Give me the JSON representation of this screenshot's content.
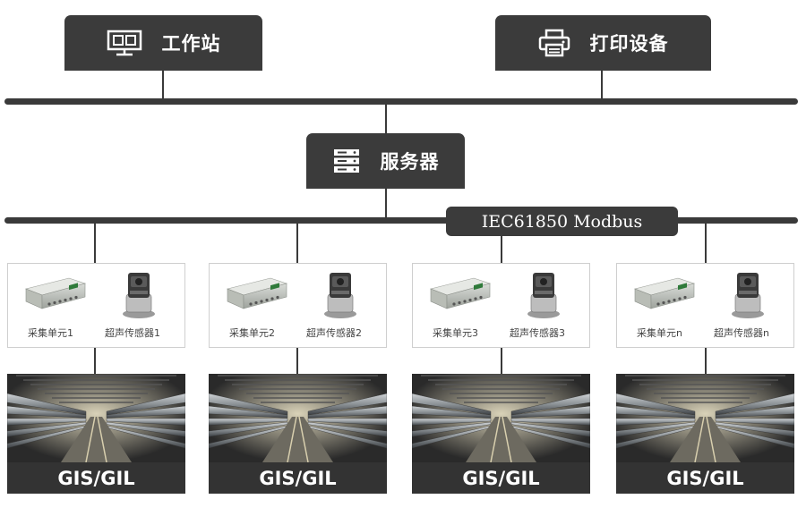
{
  "workstation": {
    "label": "工作站",
    "icon": "monitor-icon"
  },
  "printer": {
    "label": "打印设备",
    "icon": "printer-icon"
  },
  "server": {
    "label": "服务器",
    "icon": "server-icon"
  },
  "protocol": {
    "label": "IEC61850 Modbus"
  },
  "units": [
    {
      "collector_label": "采集单元1",
      "sensor_label": "超声传感器1",
      "gis_label": "GIS/GIL"
    },
    {
      "collector_label": "采集单元2",
      "sensor_label": "超声传感器2",
      "gis_label": "GIS/GIL"
    },
    {
      "collector_label": "采集单元3",
      "sensor_label": "超声传感器3",
      "gis_label": "GIS/GIL"
    },
    {
      "collector_label": "采集单元n",
      "sensor_label": "超声传感器n",
      "gis_label": "GIS/GIL"
    }
  ],
  "colors": {
    "box": "#3b3b3b",
    "bus": "#3a3a3a",
    "unit_border": "#cfcfcf"
  }
}
